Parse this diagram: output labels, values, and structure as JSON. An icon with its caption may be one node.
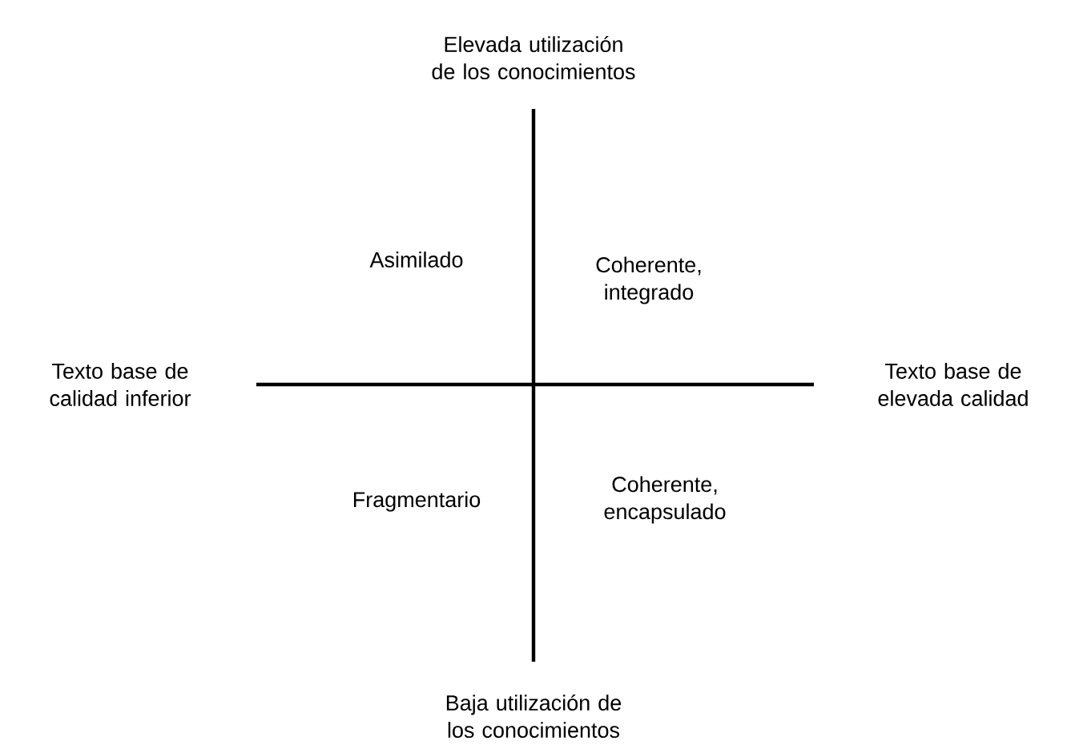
{
  "diagram": {
    "labels": [
      "Elevada utilización de los conocimientos",
      "Asimilado",
      "Coherente, integrado",
      "Texto base de calidad inferior",
      "Texto base de elevada calidad",
      "Fragmentario",
      "Coherente, encapsulado",
      "Baja utilización de los conocimientos"
    ]
  }
}
